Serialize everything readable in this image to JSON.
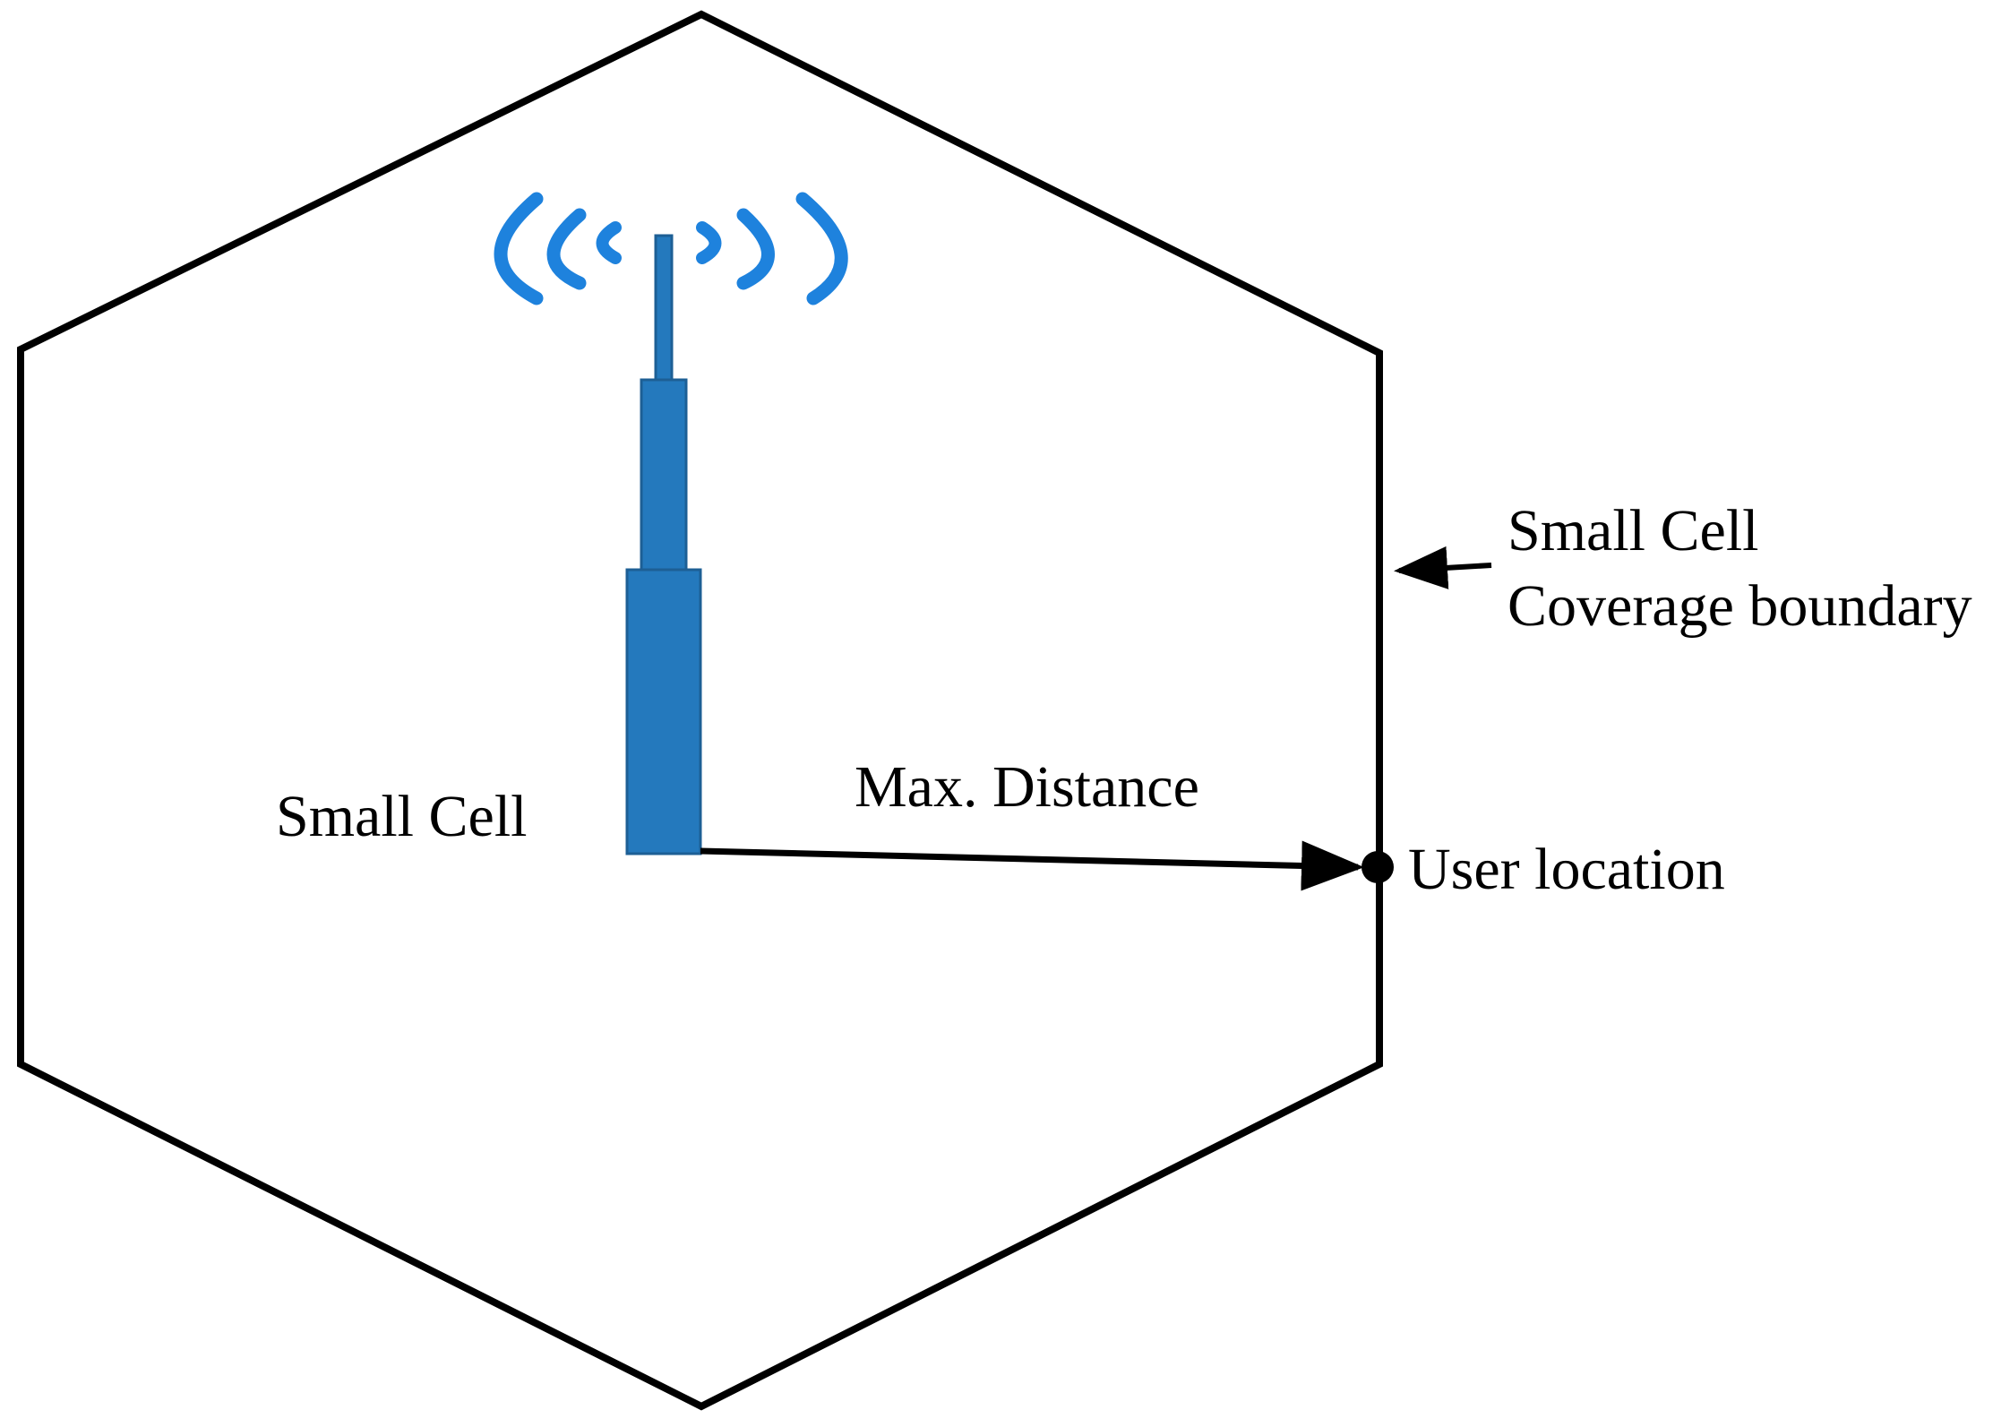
{
  "diagram": {
    "small_cell_label": "Small Cell",
    "max_distance_label": "Max. Distance",
    "user_location_label": "User location",
    "boundary_label_line1": "Small Cell",
    "boundary_label_line2": "Coverage boundary"
  },
  "colors": {
    "outline": "#000000",
    "tower_fill": "#2479bd",
    "tower_stroke": "#1d5f95",
    "signal_waves": "#1e82dd"
  },
  "icons": {
    "tower": "antenna-tower-icon",
    "signal": "wifi-signal-waves-icon",
    "user": "user-location-dot"
  }
}
